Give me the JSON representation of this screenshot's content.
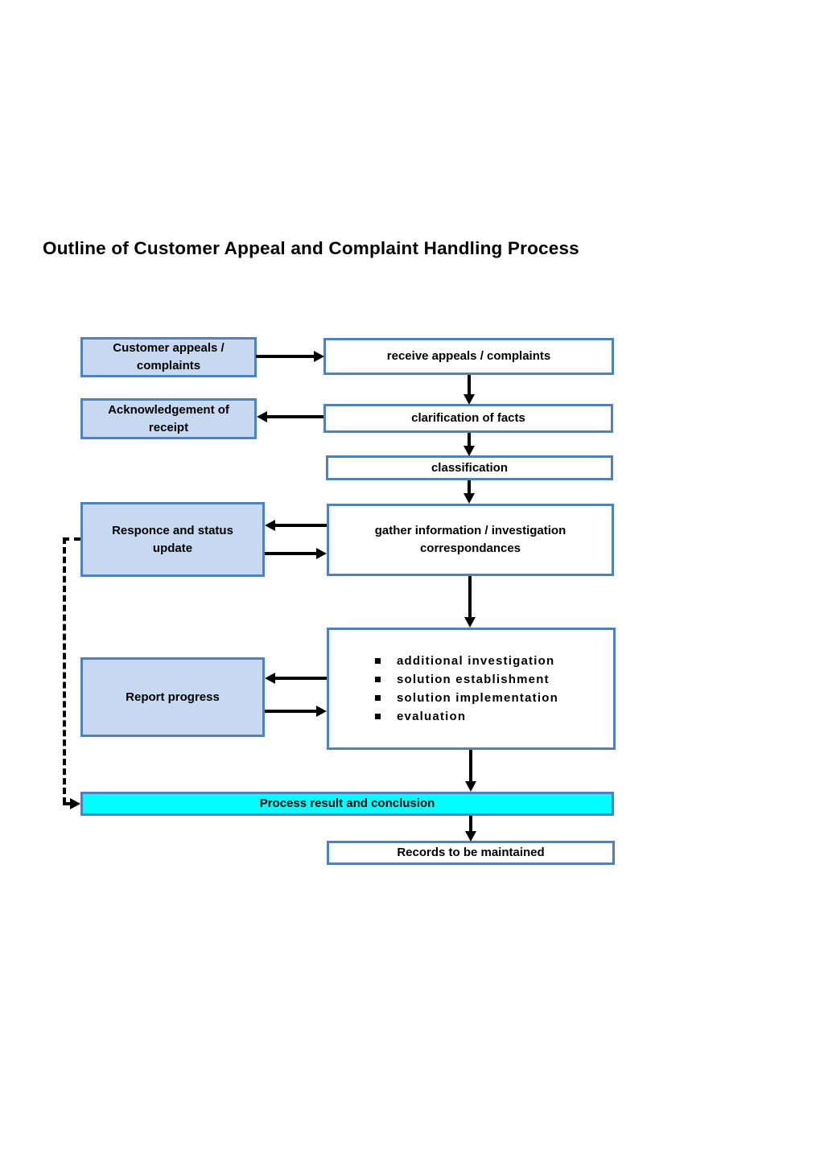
{
  "title": "Outline of Customer Appeal and Complaint Handling Process",
  "colors": {
    "accent_border": "#4f81bd",
    "light_blue_fill": "#c6d9f1",
    "cyan_fill": "#00ffff",
    "arrow": "#000000"
  },
  "nodes": {
    "customer_appeals": {
      "label": "Customer appeals /\ncomplaints"
    },
    "receive_appeals": {
      "label": "receive appeals / complaints"
    },
    "acknowledgement": {
      "label": "Acknowledgement of\nreceipt"
    },
    "clarification": {
      "label": "clarification of facts"
    },
    "classification": {
      "label": "classification"
    },
    "response_status": {
      "label": "Responce and status\nupdate"
    },
    "gather_info": {
      "label": "gather information / investigation\ncorrespondances"
    },
    "report_progress": {
      "label": "Report progress"
    },
    "actions": {
      "items": [
        "additional investigation",
        "solution establishment",
        "solution implementation",
        "evaluation"
      ]
    },
    "process_result": {
      "label": "Process result and conclusion"
    },
    "records": {
      "label": "Records to be maintained"
    }
  }
}
